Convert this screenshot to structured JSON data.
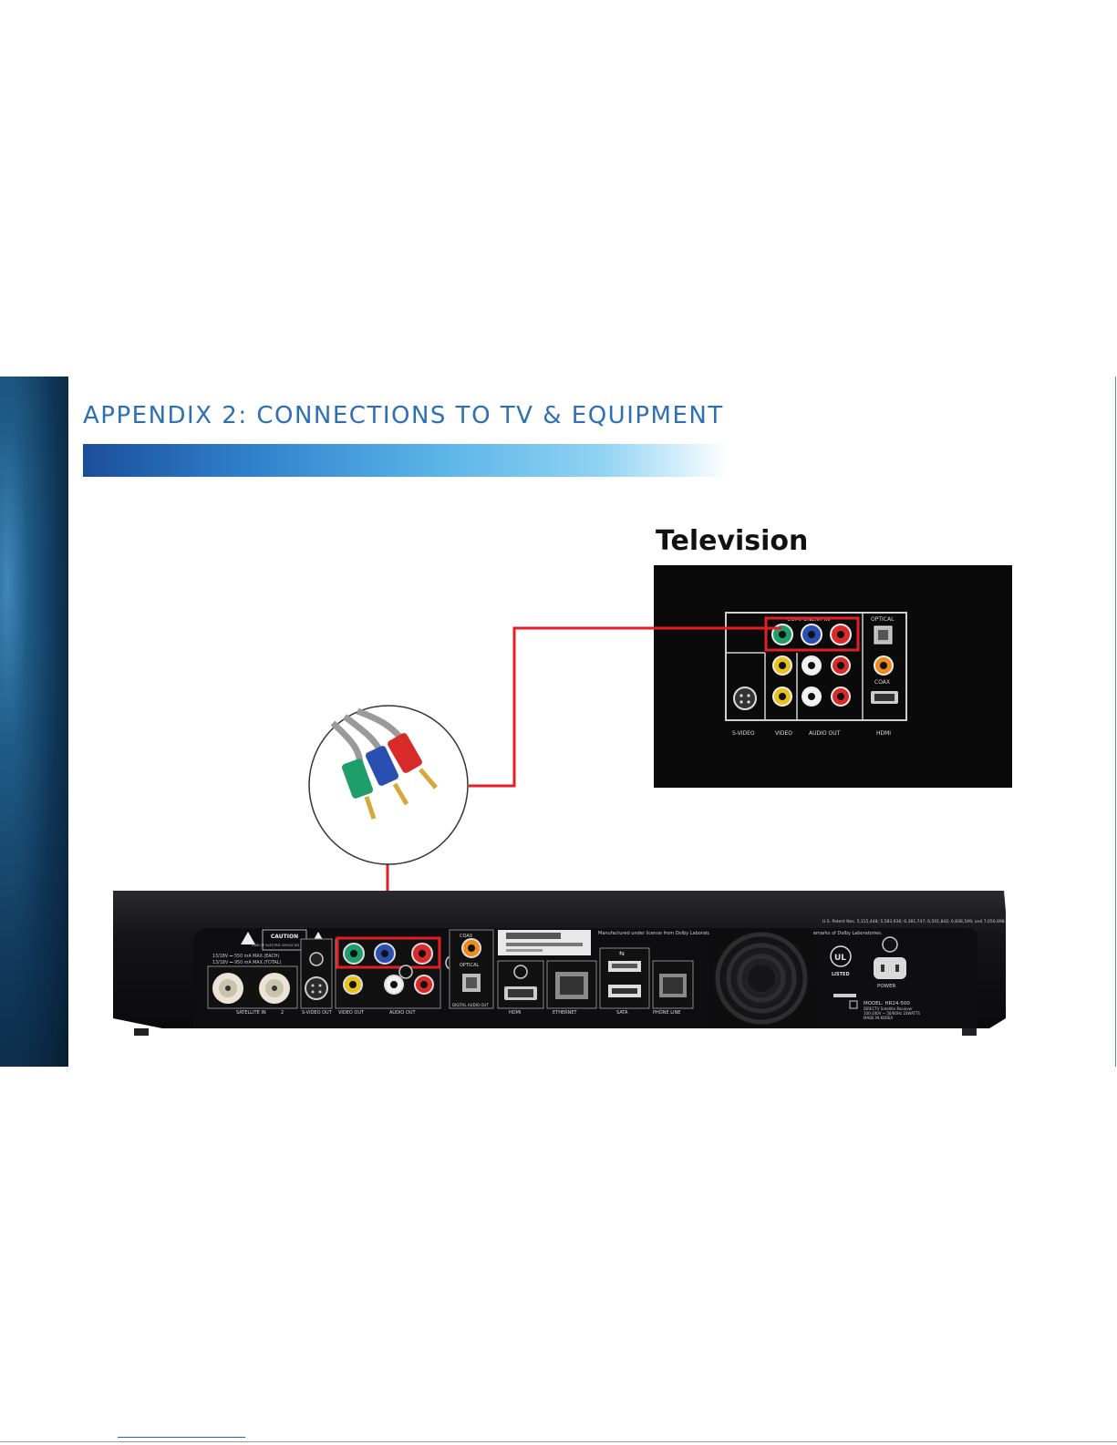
{
  "page": {
    "heading": "APPENDIX 2: CONNECTIONS TO TV & EQUIPMENT",
    "tv_label": "Television"
  },
  "tv_panel": {
    "component_in_label": "COMPONENT IN",
    "optical_label": "OPTICAL",
    "coax_label": "COAX",
    "svideo_label": "S-VIDEO",
    "video_label": "VIDEO",
    "audio_out_label": "AUDIO OUT",
    "hdmi_label": "HDMI"
  },
  "receiver": {
    "caution_title": "CAUTION",
    "caution_text": "RISK OF ELECTRIC SHOCK DO NOT OPEN",
    "sat_spec_1": "13/18V ⎓ 550 mA MAX.(EACH)",
    "sat_spec_2": "13/18V ⎓ 950 mA MAX.(TOTAL)",
    "satellite_in_label": "SATELLITE IN",
    "sat_num_2": "2",
    "svideo_out_label": "S-VIDEO OUT",
    "video_out_label": "VIDEO OUT",
    "audio_out_label": "AUDIO OUT",
    "coax_label": "COAX",
    "optical_label": "OPTICAL",
    "digital_audio_out_label": "DIGITAL AUDIO OUT",
    "hdmi_label": "HDMI",
    "ethernet_label": "ETHERNET",
    "sata_label": "SATA",
    "phone_line_label": "PHONE LINE",
    "dolby_text": "Manufactured under license from Dolby Laboratories. Dolby and the double-D symbol are trademarks of Dolby Laboratories.",
    "patent_text": "U.S. Patent Nos. 5,315,448; 5,583,936; 6,381,747; 6,501,842; 6,836,549; and 7,050,698.",
    "ul_listed": "LISTED",
    "power_label": "POWER",
    "model_label": "MODEL: HR24-500",
    "model_desc": "DIRECTV Satellite Receiver",
    "model_power": "100-240V ~ 50/60Hz 33WATTS",
    "made_in": "MADE IN KOREA"
  },
  "colors": {
    "accent_blue": "#2d6fb7",
    "highlight_red": "#e31e24",
    "green_plug": "#1e9e6a",
    "blue_plug": "#2a4fb0",
    "red_plug": "#d92a2a",
    "yellow_plug": "#e8c21a"
  }
}
